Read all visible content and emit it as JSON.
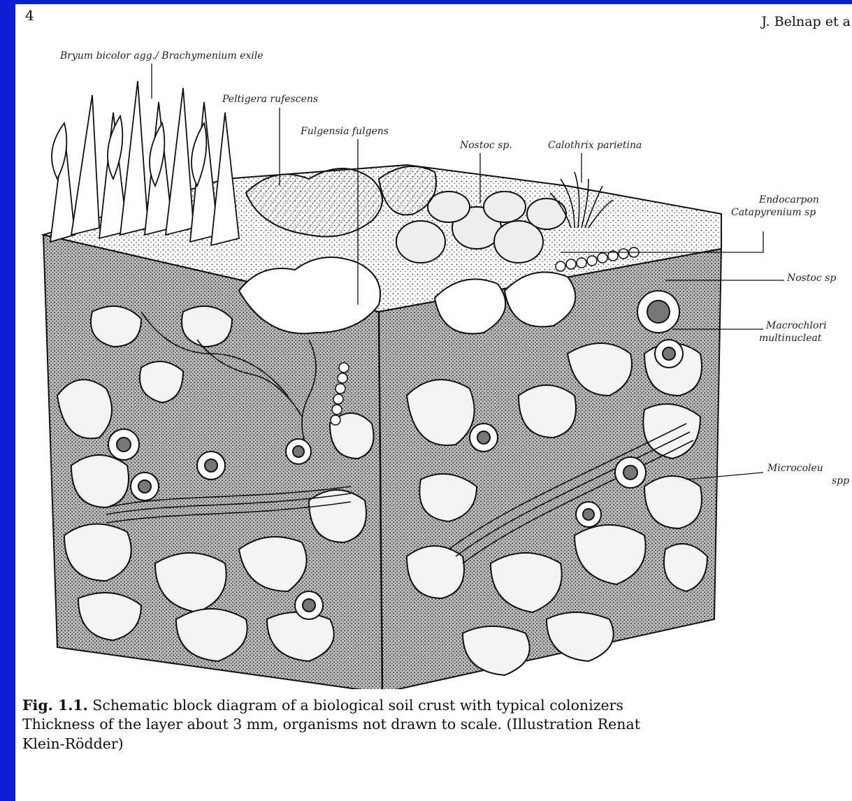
{
  "page": {
    "number": "4",
    "running_head": "J. Belnap et a"
  },
  "labels": {
    "bryum": "Bryum bicolor agg./ Brachymenium exile",
    "peltigera": "Peltigera rufescens",
    "fulgensia": "Fulgensia fulgens",
    "nostoc_top": "Nostoc sp.",
    "calothrix": "Calothrix parietina",
    "endocarpon_1": "Endocarpon",
    "endocarpon_2": "Catapyrenium sp",
    "nostoc_right": "Nostoc sp",
    "macrochloris_1": "Macrochlori",
    "macrochloris_2": "multinucleat",
    "microcoleus_1": "Microcoleu",
    "microcoleus_2": "spp"
  },
  "caption": {
    "fig_label": "Fig. 1.1.",
    "line1": "Schematic block diagram of a biological soil crust with typical colonizers",
    "line2": "Thickness of the layer about 3 mm, organisms not drawn to scale. (Illustration Renat",
    "line3": "Klein-Rödder)"
  },
  "colors": {
    "background_frame": "#0a1fd6",
    "page": "#ffffff",
    "ink": "#111111"
  }
}
